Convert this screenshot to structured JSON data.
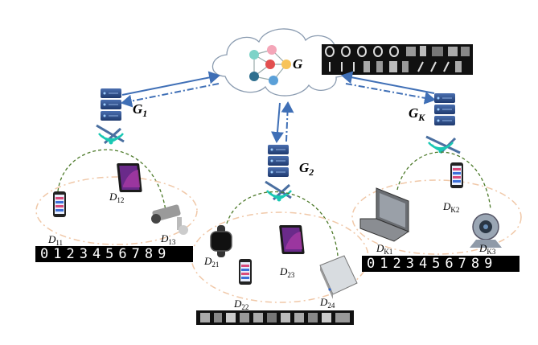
{
  "global_model": {
    "label": "G"
  },
  "edge_servers": [
    {
      "label": "G",
      "sub": "1"
    },
    {
      "label": "G",
      "sub": "2"
    },
    {
      "label": "G",
      "sub": "K"
    }
  ],
  "devices": [
    {
      "label": "D",
      "sub": "11",
      "icon": "smartphone-icon"
    },
    {
      "label": "D",
      "sub": "12",
      "icon": "tablet-icon"
    },
    {
      "label": "D",
      "sub": "13",
      "icon": "security-camera-icon"
    },
    {
      "label": "D",
      "sub": "21",
      "icon": "smartwatch-icon"
    },
    {
      "label": "D",
      "sub": "22",
      "icon": "smartphone-icon"
    },
    {
      "label": "D",
      "sub": "23",
      "icon": "tablet-icon"
    },
    {
      "label": "D",
      "sub": "24",
      "icon": "router-icon"
    },
    {
      "label": "D",
      "sub": "K1",
      "icon": "laptop-icon"
    },
    {
      "label": "D",
      "sub": "K2",
      "icon": "smartphone-icon"
    },
    {
      "label": "D",
      "sub": "K3",
      "icon": "webcam-icon"
    }
  ],
  "datasets": {
    "mnist_left": "0123456789",
    "mnist_right": "0123456789"
  },
  "colors": {
    "server": "#2f4f86",
    "arrow": "#3f6fb6",
    "wifi": "#19c8b4",
    "dashed_green": "#4d7a2a",
    "dashed_orange": "#f0c8a8"
  }
}
